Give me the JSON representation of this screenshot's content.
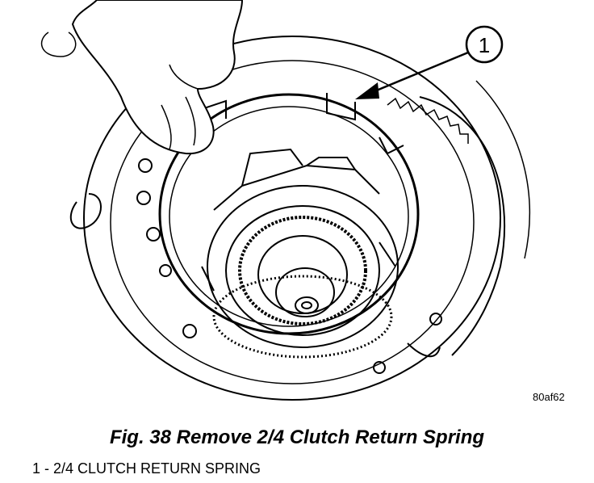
{
  "figure": {
    "callout_number": "1",
    "image_code": "80af62",
    "caption": "Fig. 38 Remove 2/4 Clutch Return Spring",
    "legend": [
      {
        "text": "1 - 2/4 CLUTCH RETURN SPRING"
      }
    ]
  }
}
